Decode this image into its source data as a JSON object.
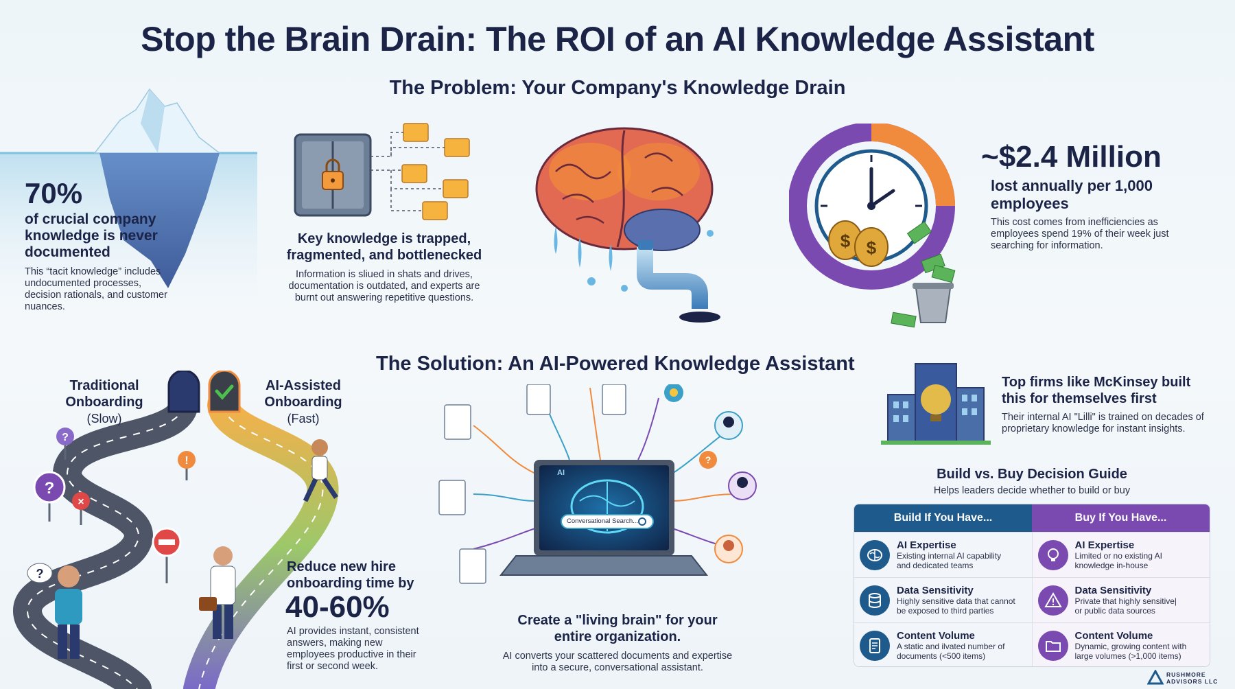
{
  "title": "Stop the Brain Drain: The ROI of an AI Knowledge Assistant",
  "problem": {
    "heading": "The Problem: Your Company's Knowledge Drain",
    "iceberg": {
      "stat": "70%",
      "label_line1": "of crucial company",
      "label_line2": "knowledge is never",
      "label_line3": "documented",
      "desc_line1": "This “tacit knowledge” includes",
      "desc_line2": "undocumented processes,",
      "desc_line3": "decision rationals, and customer",
      "desc_line4": "nuances."
    },
    "vault": {
      "heading_line1": "Key knowledge is trapped,",
      "heading_line2": "fragmented, and bottlenecked",
      "desc_line1": "Information is sliued in shats and drives,",
      "desc_line2": "documentation is outdated, and experts are",
      "desc_line3": "burnt out answering repetitive questions."
    },
    "cost": {
      "stat": "~$2.4 Million",
      "label_line1": "lost annually per 1,000",
      "label_line2": "employees",
      "desc_line1": "This cost comes from inefficiencies as",
      "desc_line2": "employees spend 19% of their week just",
      "desc_line3": "searching for information."
    }
  },
  "solution": {
    "heading": "The Solution: An AI-Powered Knowledge Assistant",
    "roads": {
      "traditional_line1": "Traditional",
      "traditional_line2": "Onboarding",
      "traditional_speed": "(Slow)",
      "ai_line1": "AI-Assisted",
      "ai_line2": "Onboarding",
      "ai_speed": "(Fast)"
    },
    "onboarding": {
      "heading_line1": "Reduce new hire",
      "heading_line2": "onboarding time by",
      "stat": "40-60%",
      "desc_line1": "AI provides instant, consistent",
      "desc_line2": "answers, making new",
      "desc_line3": "employees productive in their",
      "desc_line4": "first or second week."
    },
    "laptop": {
      "screen_label": "AI",
      "search_placeholder": "Conversational Search...",
      "heading_line1": "Create a \"living brain\" for your",
      "heading_line2": "entire organization.",
      "desc_line1": "AI converts your scattered documents and expertise",
      "desc_line2": "into a secure, conversational assistant."
    },
    "firms": {
      "heading_line1": "Top firms like McKinsey built",
      "heading_line2": "this for themselves first",
      "desc_line1": "Their internal AI \"Lilli\" is trained on decades of",
      "desc_line2": "proprietary knowledge for instant insights."
    }
  },
  "guide": {
    "title": "Build vs. Buy Decision Guide",
    "subtitle": "Helps leaders decide whether to build or buy",
    "build_header": "Build If You Have...",
    "buy_header": "Buy If You Have...",
    "rows": [
      {
        "build_title": "AI Expertise",
        "build_desc_line1": "Existing internal AI capability",
        "build_desc_line2": "and dedicated teams",
        "buy_title": "AI Expertise",
        "buy_desc_line1": "Limited or no existing AI",
        "buy_desc_line2": "knowledge in-house"
      },
      {
        "build_title": "Data Sensitivity",
        "build_desc_line1": "Highly sensitive data that cannot",
        "build_desc_line2": "be exposed to third parties",
        "buy_title": "Data Sensitivity",
        "buy_desc_line1": "Private that highly sensitive|",
        "buy_desc_line2": "or public data sources"
      },
      {
        "build_title": "Content Volume",
        "build_desc_line1": "A static and ilvated number of",
        "build_desc_line2": "documents (<500 items)",
        "buy_title": "Content Volume",
        "buy_desc_line1": "Dynamic, growing content with",
        "buy_desc_line2": "large volumes (>1,000 items)"
      }
    ]
  },
  "brand": {
    "line1": "RUSHMORE",
    "line2": "ADVISORS LLC"
  },
  "colors": {
    "navy": "#1b2447",
    "build_blue": "#1e5a8c",
    "buy_purple": "#7a4ab0",
    "orange": "#f08a3c",
    "teal": "#3aa0c8"
  }
}
